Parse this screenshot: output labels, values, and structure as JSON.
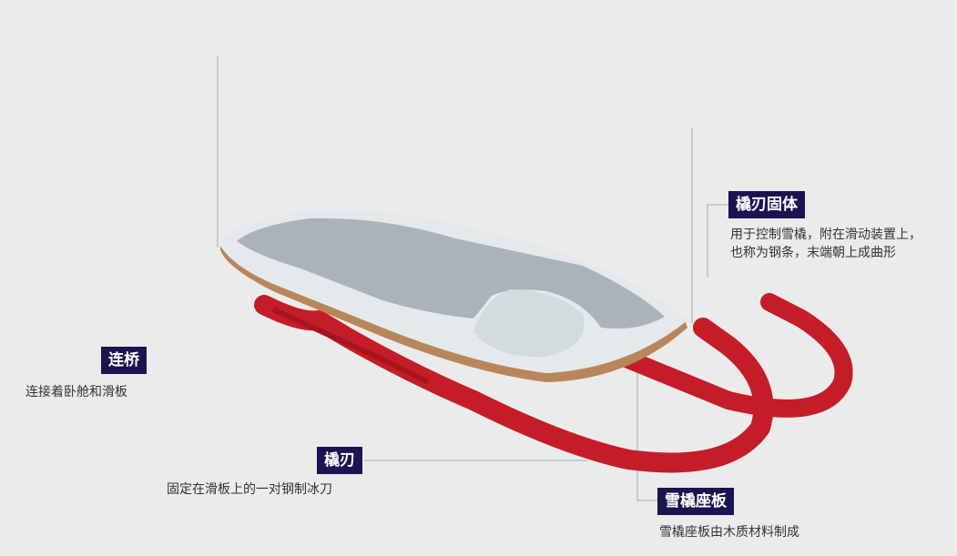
{
  "labels": {
    "runner_mount": {
      "title": "橇刃固体",
      "desc_line1": "用于控制雪橇，附在滑动装置上，",
      "desc_line2": "也称为钢条，末端朝上成曲形"
    },
    "bridge": {
      "title": "连桥",
      "desc": "连接着卧舱和滑板"
    },
    "runner": {
      "title": "橇刃",
      "desc": "固定在滑板上的一对钢制冰刀"
    },
    "seat": {
      "title": "雪橇座板",
      "desc": "雪橇座板由木质材料制成"
    }
  },
  "colors": {
    "tag_bg": "#1a1450",
    "runner_red": "#c51d27",
    "board_edge": "#b8865a",
    "board_gray": "#9eaab0",
    "leader_line": "#8fb0c4"
  }
}
